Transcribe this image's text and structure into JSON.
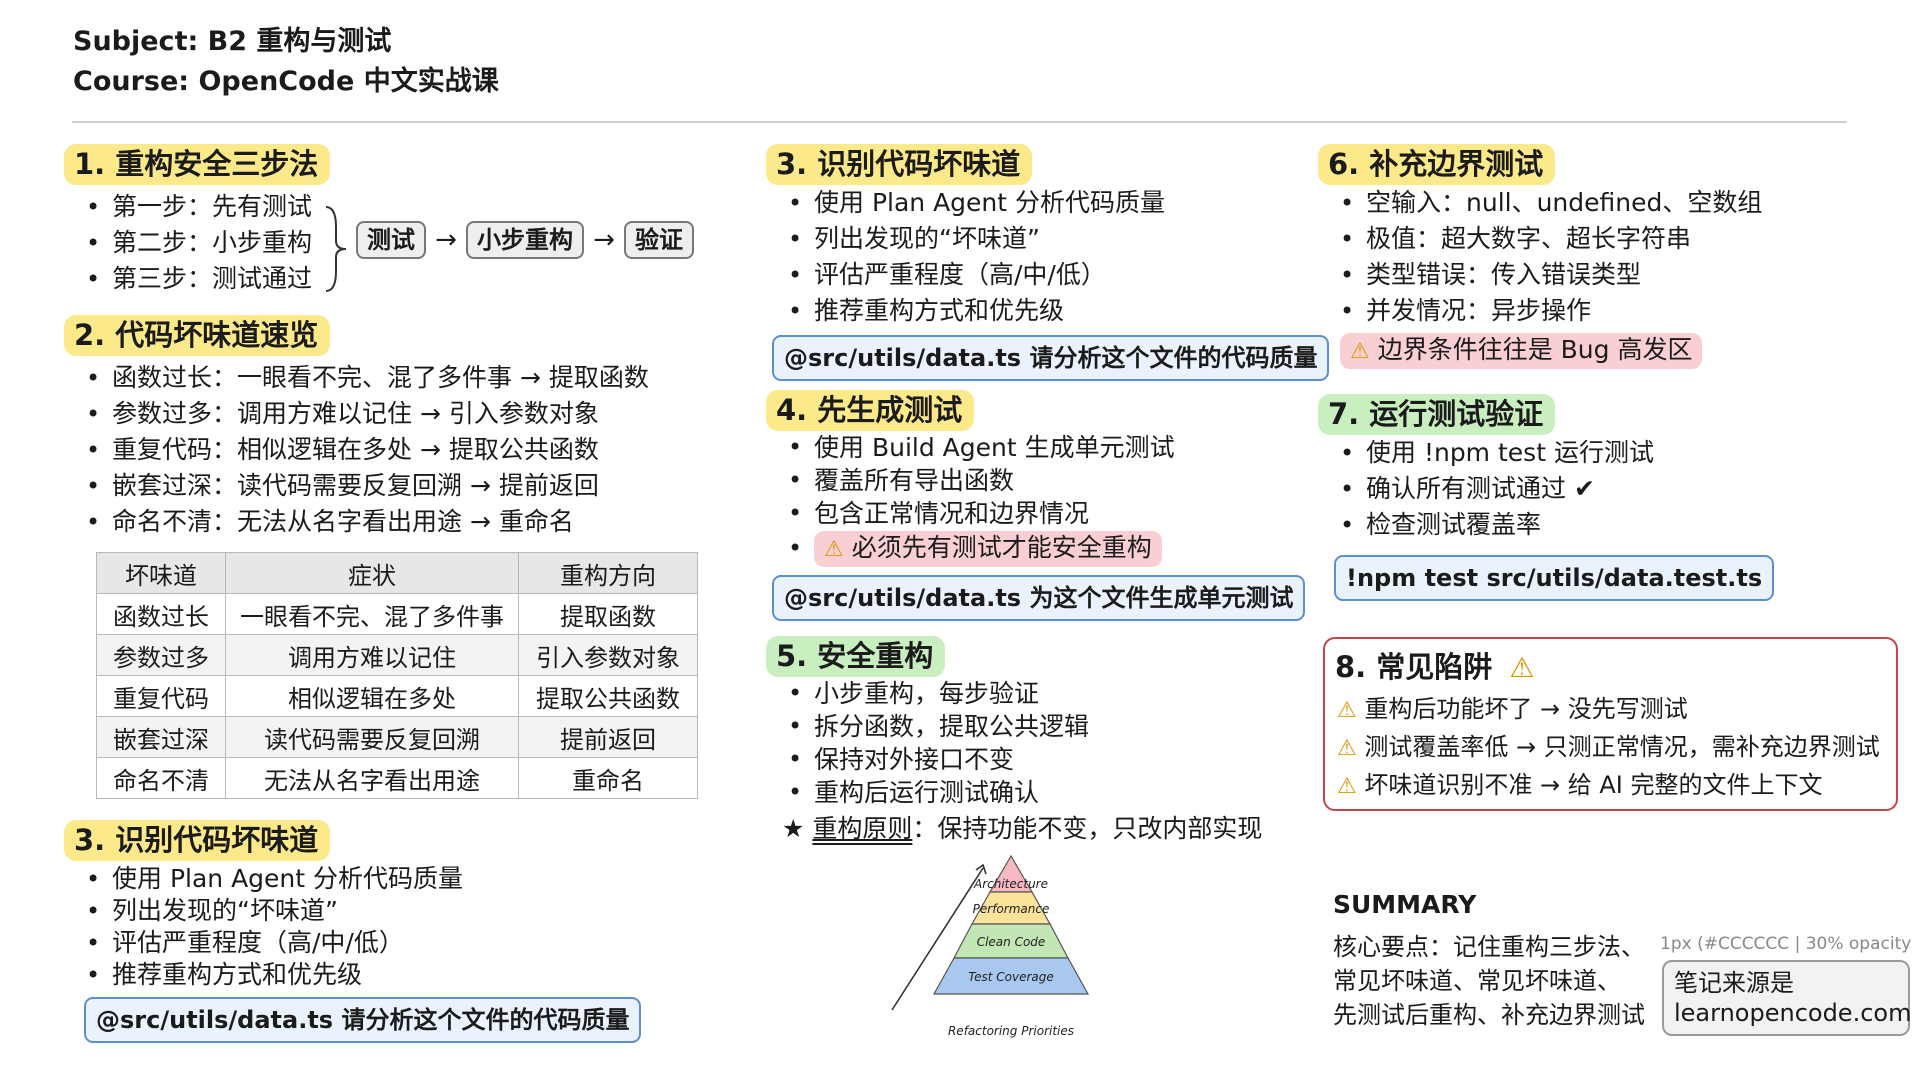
{
  "header": {
    "subject": "Subject:  B2 重构与测试",
    "course": "Course:  OpenCode 中文实战课"
  },
  "sec1": {
    "title": "1. 重构安全三步法",
    "steps": [
      "第一步：先有测试",
      "第二步：小步重构",
      "第三步：测试通过"
    ],
    "flow": [
      "测试",
      "小步重构",
      "验证"
    ],
    "arrow": "→"
  },
  "sec2": {
    "title": "2. 代码坏味道速览",
    "items": [
      "函数过长：一眼看不完、混了多件事 → 提取函数",
      "参数过多：调用方难以记住 → 引入参数对象",
      "重复代码：相似逻辑在多处 → 提取公共函数",
      "嵌套过深：读代码需要反复回溯 → 提前返回",
      "命名不清：无法从名字看出用途 → 重命名"
    ],
    "table": {
      "headers": [
        "坏味道",
        "症状",
        "重构方向"
      ],
      "rows": [
        [
          "函数过长",
          "一眼看不完、混了多件事",
          "提取函数"
        ],
        [
          "参数过多",
          "调用方难以记住",
          "引入参数对象"
        ],
        [
          "重复代码",
          "相似逻辑在多处",
          "提取公共函数"
        ],
        [
          "嵌套过深",
          "读代码需要反复回溯",
          "提前返回"
        ],
        [
          "命名不清",
          "无法从名字看出用途",
          "重命名"
        ]
      ]
    }
  },
  "sec3": {
    "title": "3. 识别代码坏味道",
    "items": [
      "使用 Plan Agent 分析代码质量",
      "列出发现的“坏味道”",
      "评估严重程度（高/中/低）",
      "推荐重构方式和优先级"
    ],
    "code": "@src/utils/data.ts 请分析这个文件的代码质量"
  },
  "sec4": {
    "title": "4. 先生成测试",
    "items": [
      "使用 Build Agent 生成单元测试",
      "覆盖所有导出函数",
      "包含正常情况和边界情况"
    ],
    "warn": "必须先有测试才能安全重构",
    "code": "@src/utils/data.ts 为这个文件生成单元测试"
  },
  "sec5": {
    "title": "5. 安全重构",
    "items": [
      "小步重构，每步验证",
      "拆分函数，提取公共逻辑",
      "保持对外接口不变",
      "重构后运行测试确认"
    ],
    "principle_star": "★",
    "principle_label": "重构原则",
    "principle_text": "：保持功能不变，只改内部实现",
    "pyramid": [
      "Architecture",
      "Performance",
      "Clean Code",
      "Test Coverage"
    ],
    "pyramid_caption": "Refactoring Priorities"
  },
  "sec6": {
    "title": "6. 补充边界测试",
    "items": [
      "空输入：null、undefined、空数组",
      "极值：超大数字、超长字符串",
      "类型错误：传入错误类型",
      "并发情况：异步操作"
    ],
    "warn": "边界条件往往是 Bug 高发区"
  },
  "sec7": {
    "title": "7. 运行测试验证",
    "items": [
      "使用 !npm test 运行测试",
      "确认所有测试通过 ✔",
      "检查测试覆盖率"
    ],
    "code": "!npm test src/utils/data.test.ts"
  },
  "sec8": {
    "title": "8. 常见陷阱",
    "items": [
      "重构后功能坏了 → 没先写测试",
      "测试覆盖率低 → 只测正常情况，需补充边界测试",
      "坏味道识别不准 → 给 AI 完整的文件上下文"
    ]
  },
  "summary": {
    "title": "SUMMARY",
    "lines": [
      "核心要点：记住重构三步法、",
      "常见坏味道、常见坏味道、",
      "先测试后重构、补充边界测试"
    ],
    "note": "1px (#CCCCCC | 30% opacity",
    "source_lines": [
      "笔记来源是",
      "learnopencode.com"
    ]
  },
  "colors": {
    "title_highlight": "#fce98a",
    "green_highlight": "#c9efc0",
    "code_border": "#5d8fd0",
    "warning_bg": "#f9cfd3",
    "pitfall_border": "#c94444",
    "warning_icon": "#d99a00"
  },
  "icons": [
    "warning-icon",
    "checkmark-icon",
    "star-icon",
    "brace-icon",
    "arrow-right-icon"
  ]
}
